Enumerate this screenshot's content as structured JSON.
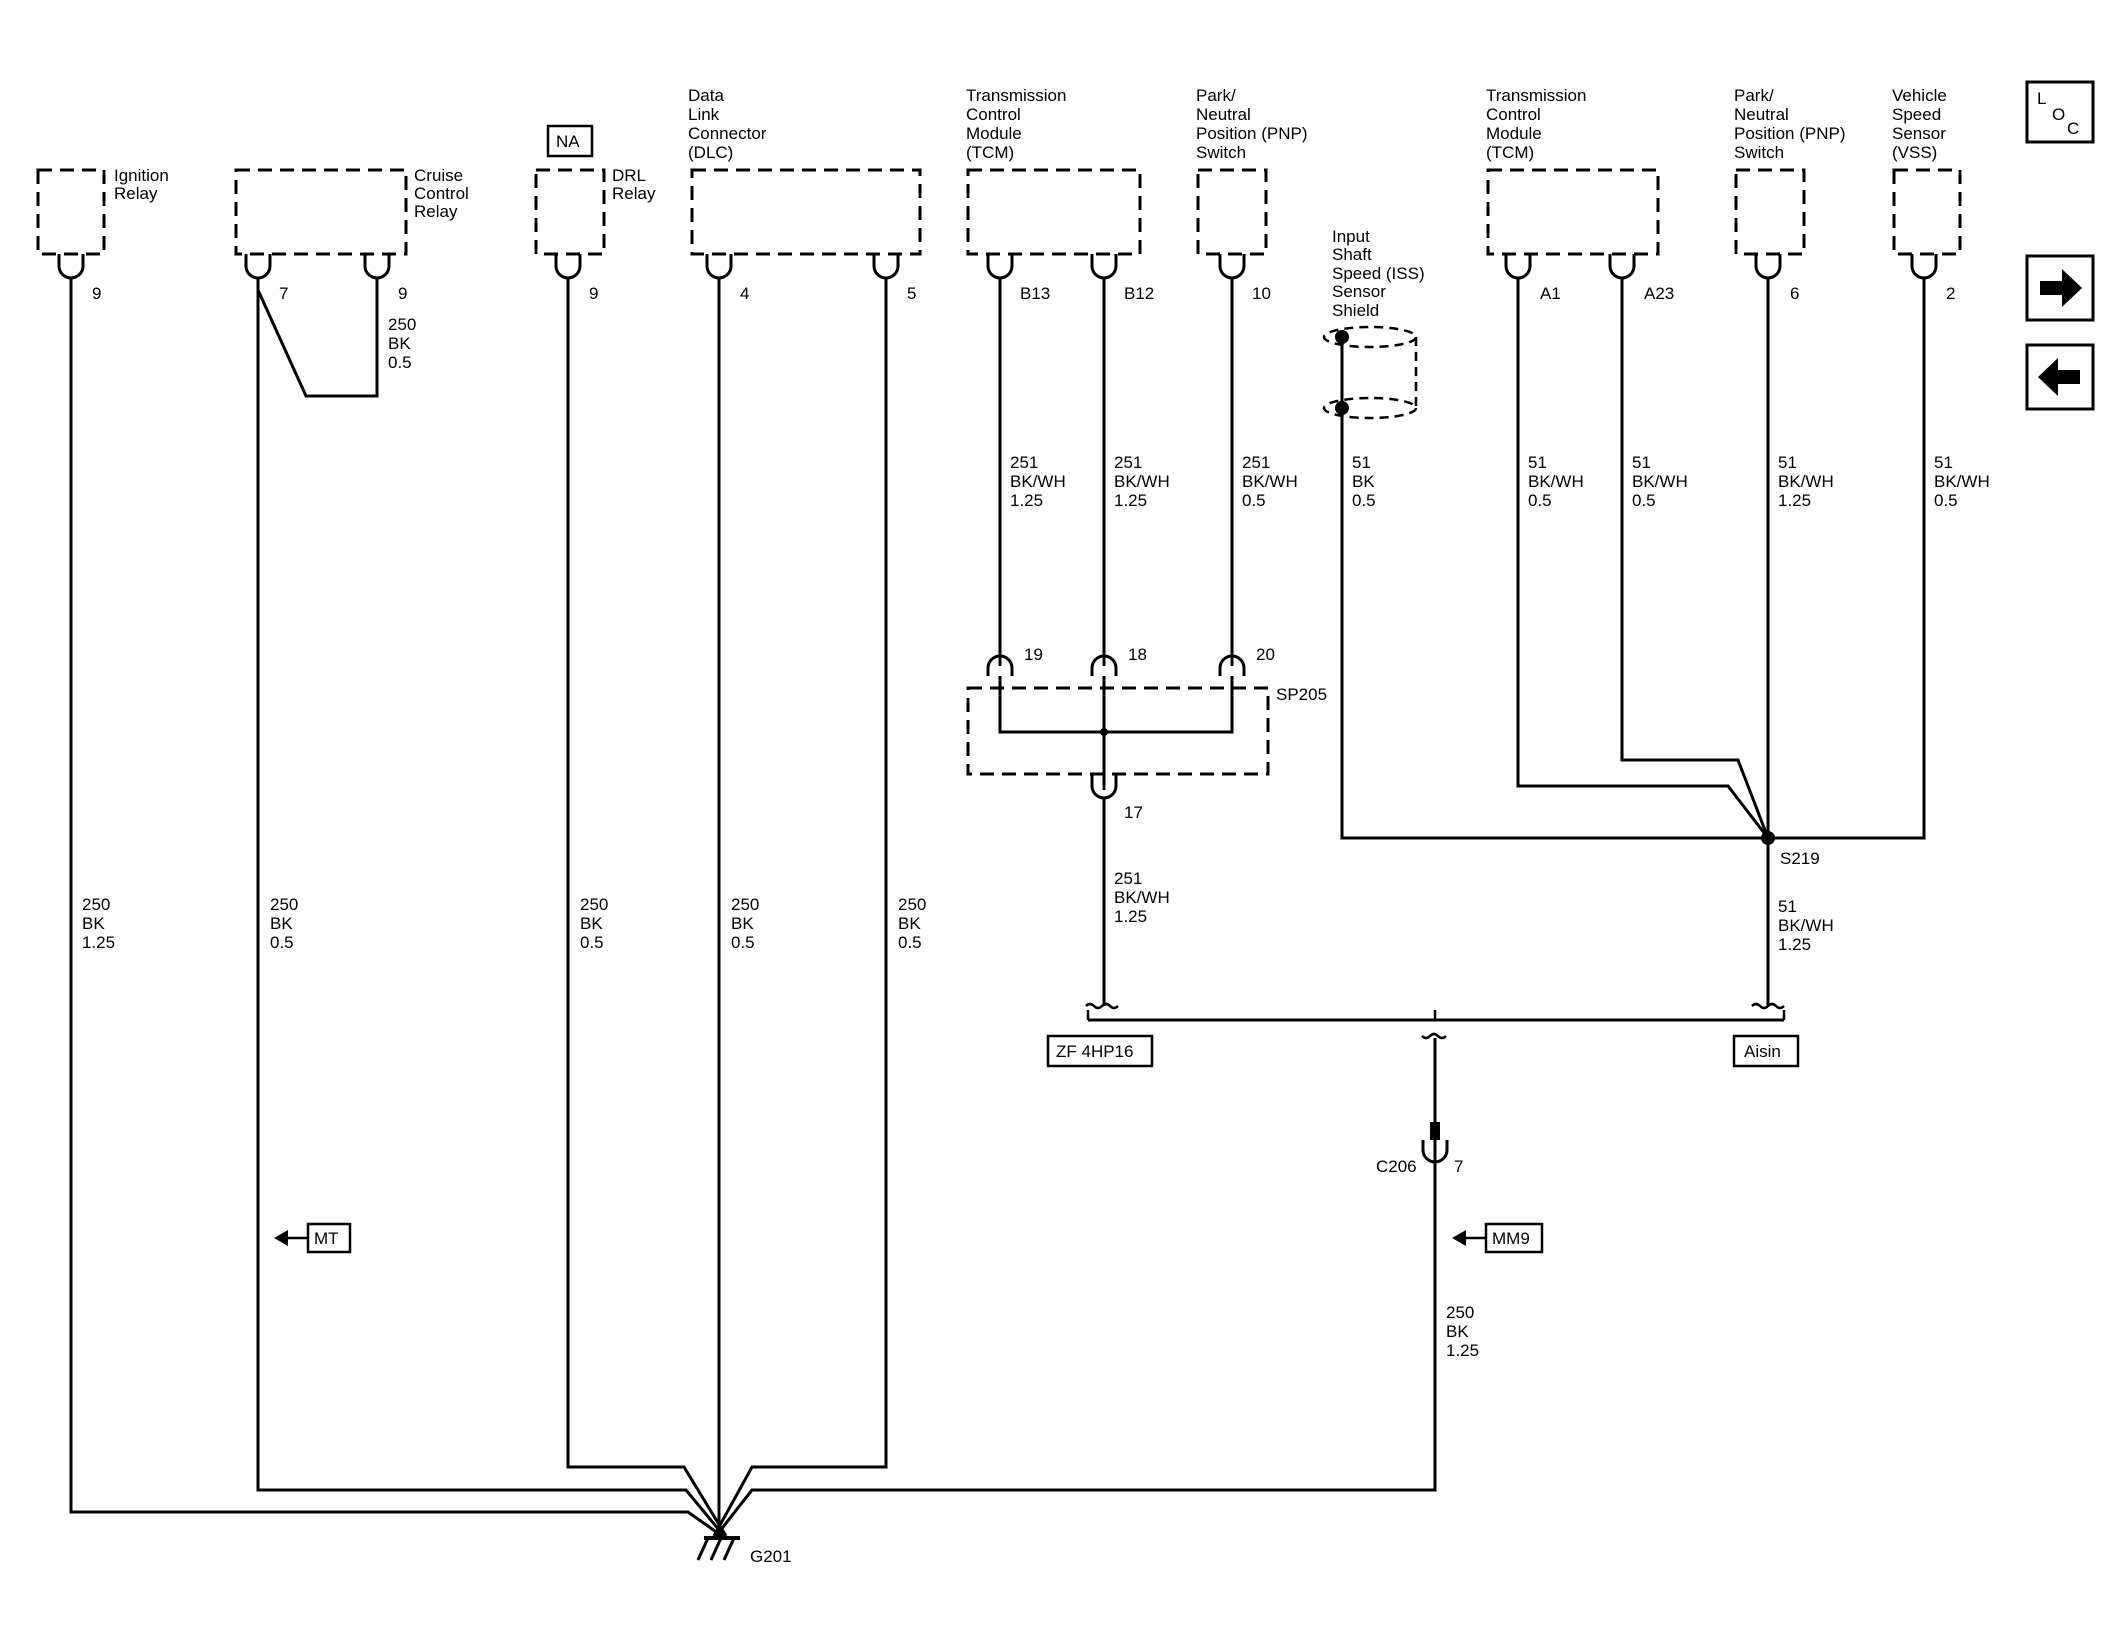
{
  "nav": {
    "loc": [
      "L",
      "O",
      "C"
    ],
    "next_icon": "arrow-right-icon",
    "prev_icon": "arrow-left-icon"
  },
  "components": {
    "ignition_relay": [
      "Ignition",
      "Relay"
    ],
    "cruise_control_relay": [
      "Cruise",
      "Control",
      "Relay"
    ],
    "drl_relay": [
      "DRL",
      "Relay"
    ],
    "drl_option": "NA",
    "dlc": [
      "Data",
      "Link",
      "Connector",
      "(DLC)"
    ],
    "tcm_left": [
      "Transmission",
      "Control",
      "Module",
      "(TCM)"
    ],
    "pnp_left": [
      "Park/",
      "Neutral",
      "Position (PNP)",
      "Switch"
    ],
    "iss_shield": [
      "Input",
      "Shaft",
      "Speed (ISS)",
      "Sensor",
      "Shield"
    ],
    "tcm_right": [
      "Transmission",
      "Control",
      "Module",
      "(TCM)"
    ],
    "pnp_right": [
      "Park/",
      "Neutral",
      "Position (PNP)",
      "Switch"
    ],
    "vss": [
      "Vehicle",
      "Speed",
      "Sensor",
      "(VSS)"
    ]
  },
  "pins": {
    "ignition": "9",
    "cruise_a": "7",
    "cruise_b": "9",
    "drl": "9",
    "dlc_a": "4",
    "dlc_b": "5",
    "tcm_b13": "B13",
    "tcm_b12": "B12",
    "pnp_left": "10",
    "tcm_a1": "A1",
    "tcm_a23": "A23",
    "pnp_right": "6",
    "vss": "2",
    "sp_19": "19",
    "sp_18": "18",
    "sp_20": "20",
    "sp_17": "17",
    "c206_pin": "7"
  },
  "wires": {
    "w250_bk_125": [
      "250",
      "BK",
      "1.25"
    ],
    "w250_bk_05": [
      "250",
      "BK",
      "0.5"
    ],
    "w251_bkwh_125": [
      "251",
      "BK/WH",
      "1.25"
    ],
    "w251_bkwh_05": [
      "251",
      "BK/WH",
      "0.5"
    ],
    "w51_bk_05": [
      "51",
      "BK",
      "0.5"
    ],
    "w51_bkwh_05": [
      "51",
      "BK/WH",
      "0.5"
    ],
    "w51_bkwh_125": [
      "51",
      "BK/WH",
      "1.25"
    ]
  },
  "splices": {
    "sp205": "SP205",
    "s219": "S219"
  },
  "connectors": {
    "c206": "C206"
  },
  "ground": "G201",
  "tags": {
    "zf": "ZF 4HP16",
    "aisin": "Aisin",
    "mt": "MT",
    "mm9": "MM9"
  }
}
